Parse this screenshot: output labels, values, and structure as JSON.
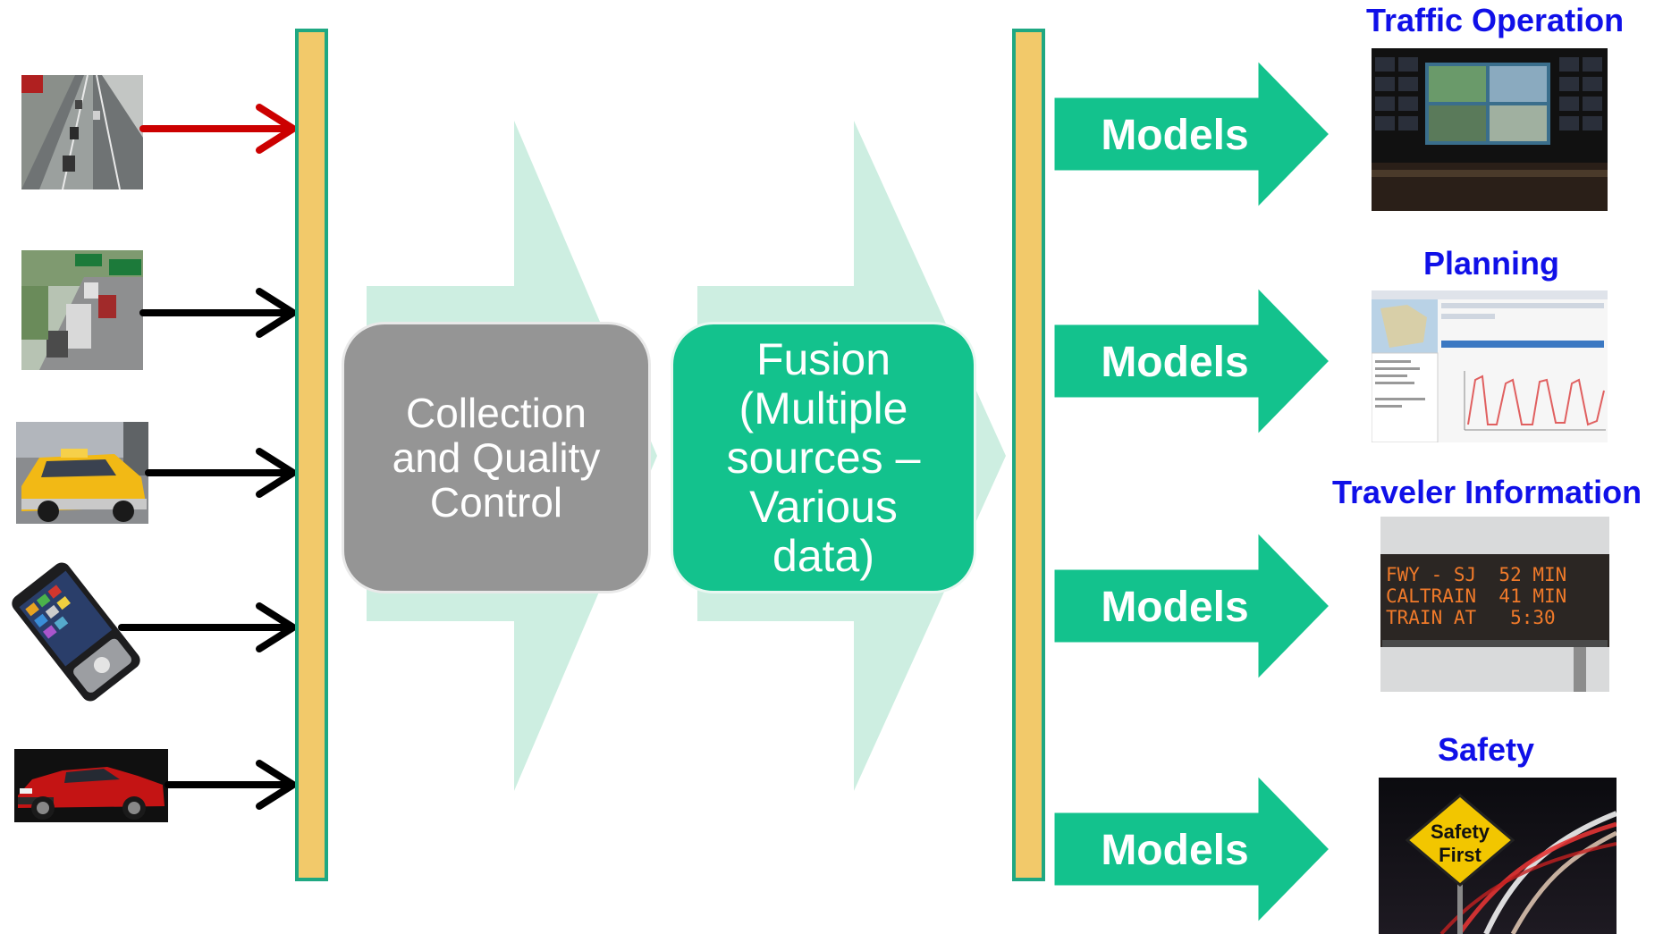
{
  "process": {
    "collection_line1": "Collection",
    "collection_line2": "and Quality",
    "collection_line3": "Control",
    "fusion_line1": "Fusion",
    "fusion_line2": "(Multiple",
    "fusion_line3": "sources –",
    "fusion_line4": "Various",
    "fusion_line5": "data)"
  },
  "models": [
    "Models",
    "Models",
    "Models",
    "Models"
  ],
  "outputs": {
    "traffic_operation": "Traffic Operation",
    "planning": "Planning",
    "traveler_information": "Traveler Information",
    "safety": "Safety"
  },
  "vms_sign": {
    "line1": "FWY - SJ  52 MIN",
    "line2": "CALTRAIN  41 MIN",
    "line3": "TRAIN AT   5:30"
  },
  "safety_sign": {
    "line1": "Safety",
    "line2": "First"
  },
  "colors": {
    "green": "#13c28d",
    "light_green": "#cdeee1",
    "gray": "#959595",
    "bar_fill": "#f2c96a",
    "title_blue": "#1010e8",
    "arrow_red": "#cc0000",
    "arrow_black": "#000000"
  },
  "sources": [
    "highway-camera-icon",
    "freeway-traffic-icon",
    "taxi-icon",
    "smartphone-icon",
    "car-icon"
  ]
}
